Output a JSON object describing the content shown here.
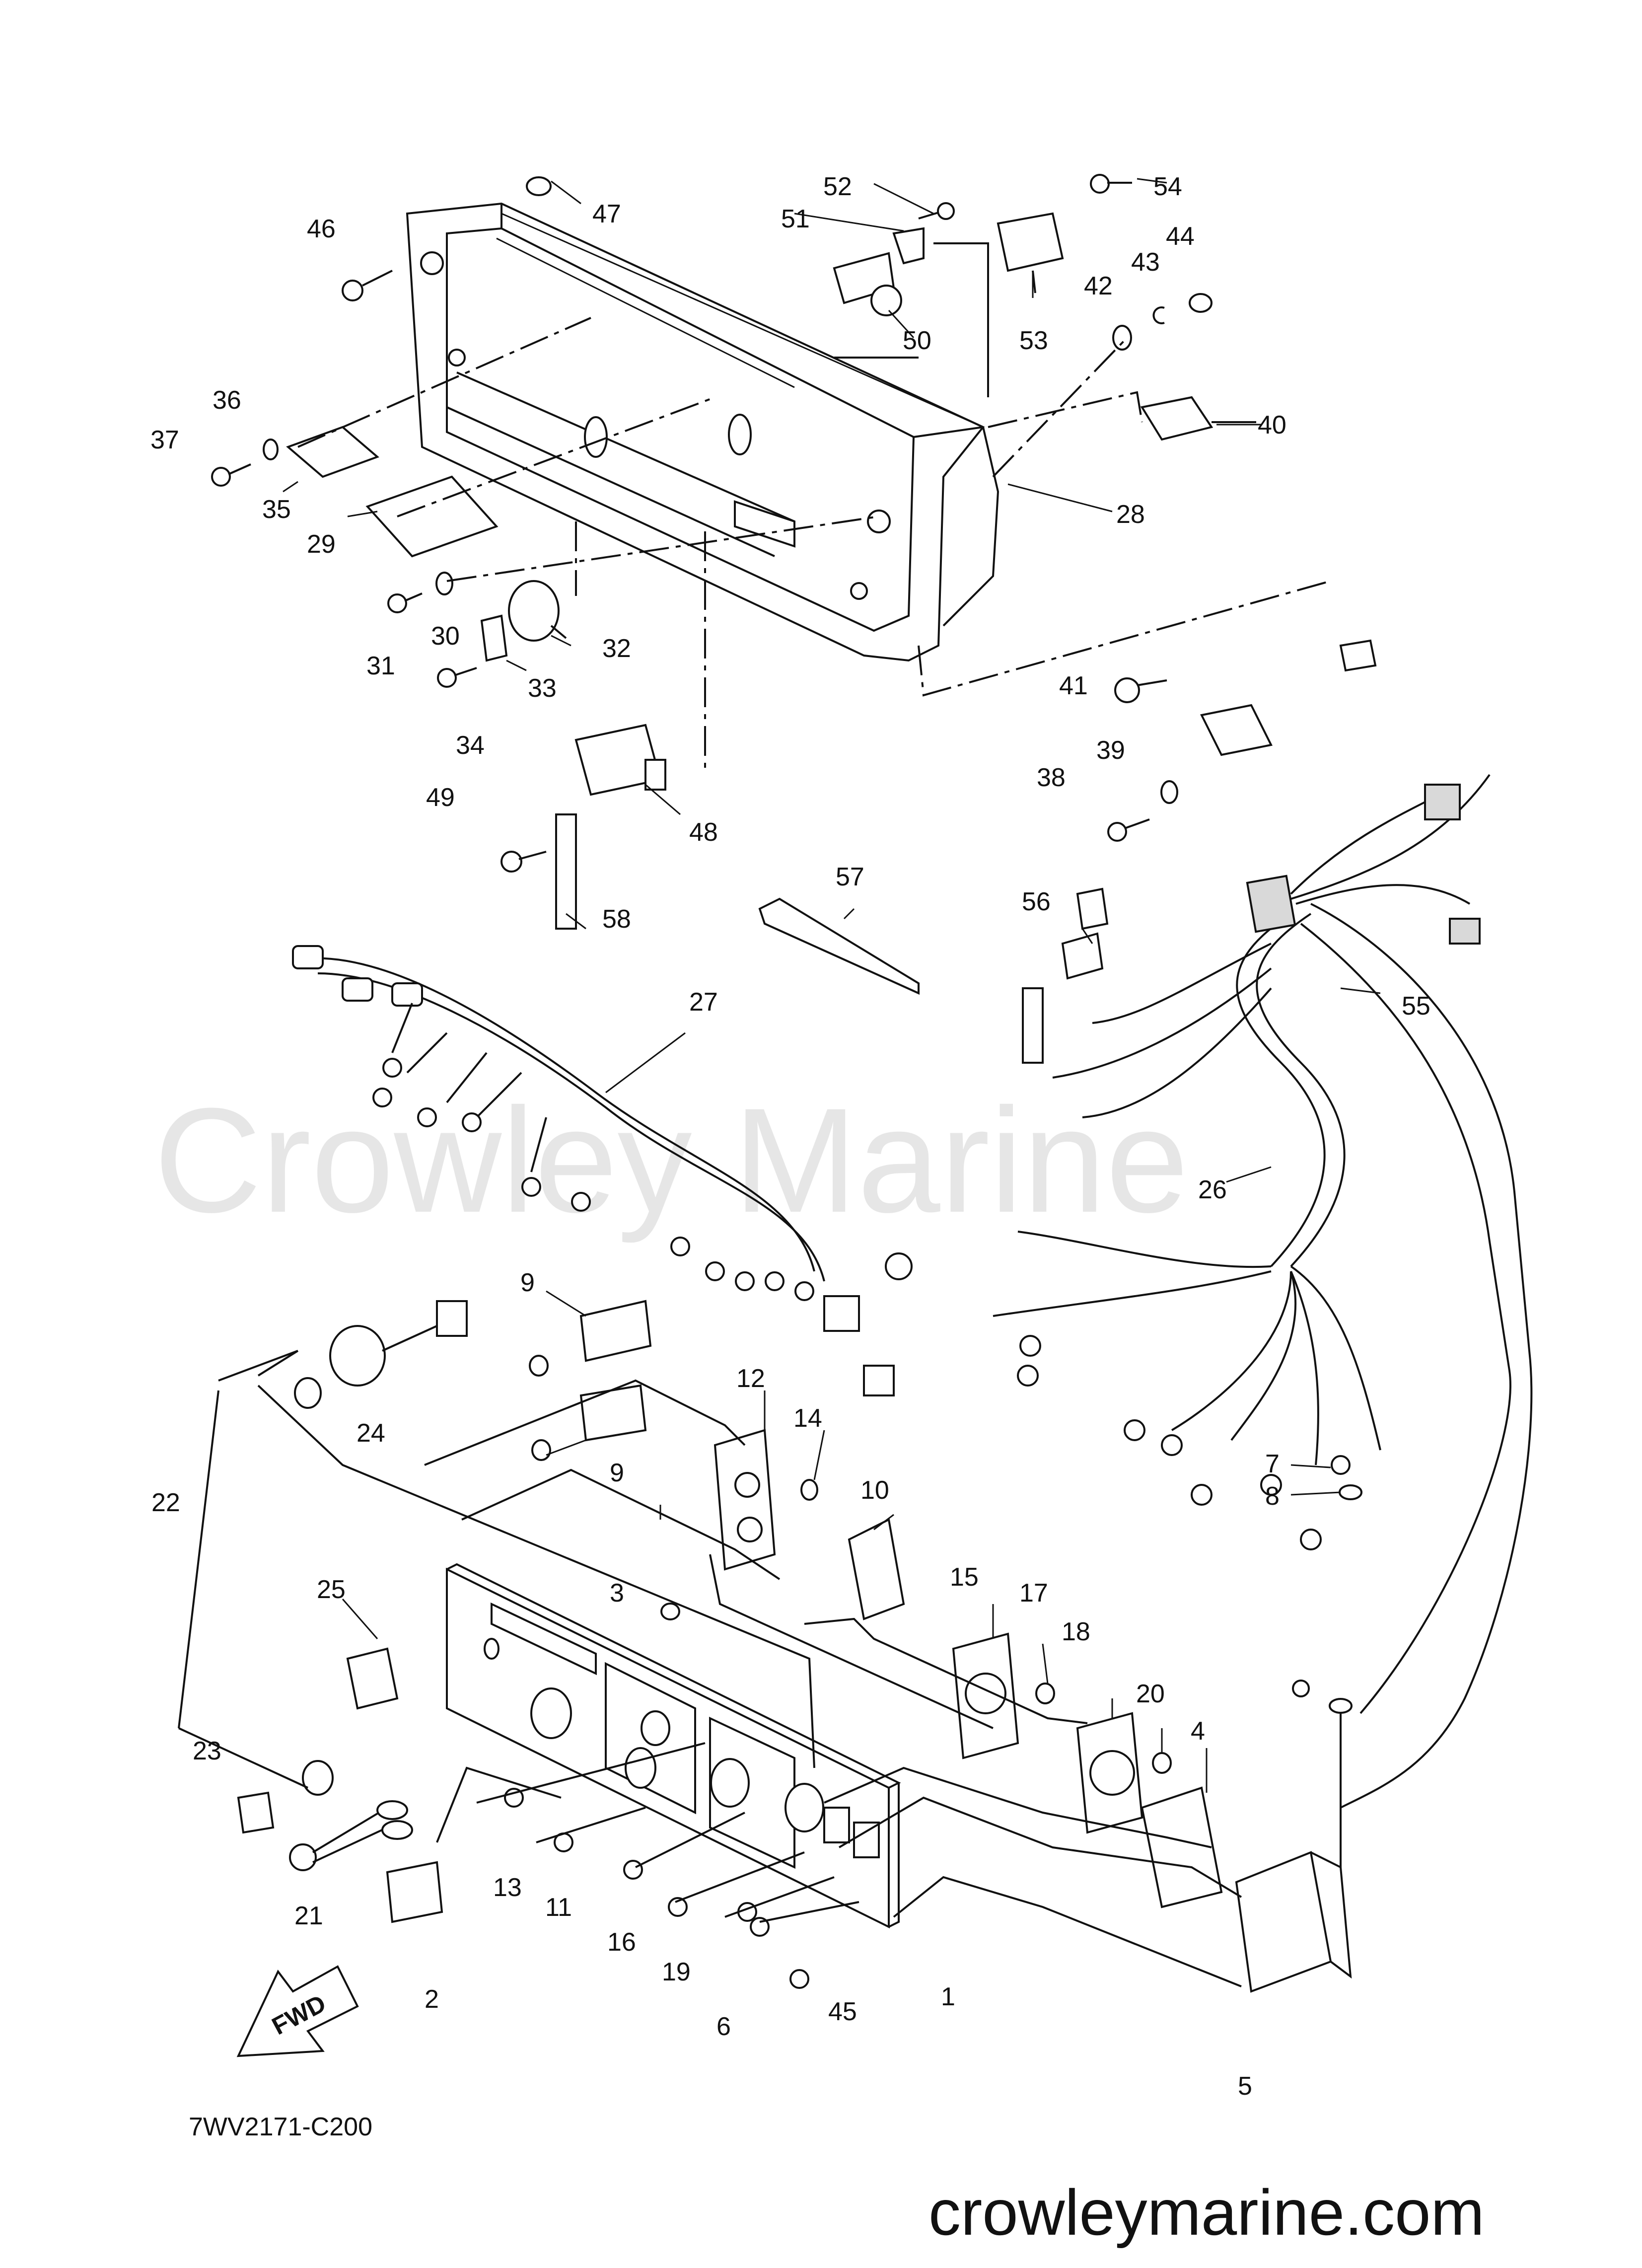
{
  "diagram": {
    "watermark": "Crowley Marine",
    "drawing_code": "7WV2171-C200",
    "website": "crowleymarine.com",
    "direction_label": "FWD",
    "callouts": [
      "1",
      "2",
      "3",
      "4",
      "5",
      "6",
      "7",
      "8",
      "9",
      "9",
      "10",
      "11",
      "12",
      "13",
      "14",
      "15",
      "16",
      "17",
      "18",
      "19",
      "20",
      "21",
      "22",
      "23",
      "24",
      "25",
      "26",
      "27",
      "28",
      "29",
      "30",
      "31",
      "32",
      "33",
      "34",
      "35",
      "36",
      "37",
      "38",
      "39",
      "40",
      "41",
      "42",
      "43",
      "44",
      "45",
      "46",
      "47",
      "48",
      "49",
      "50",
      "51",
      "52",
      "53",
      "54",
      "55",
      "56",
      "57",
      "58"
    ]
  }
}
